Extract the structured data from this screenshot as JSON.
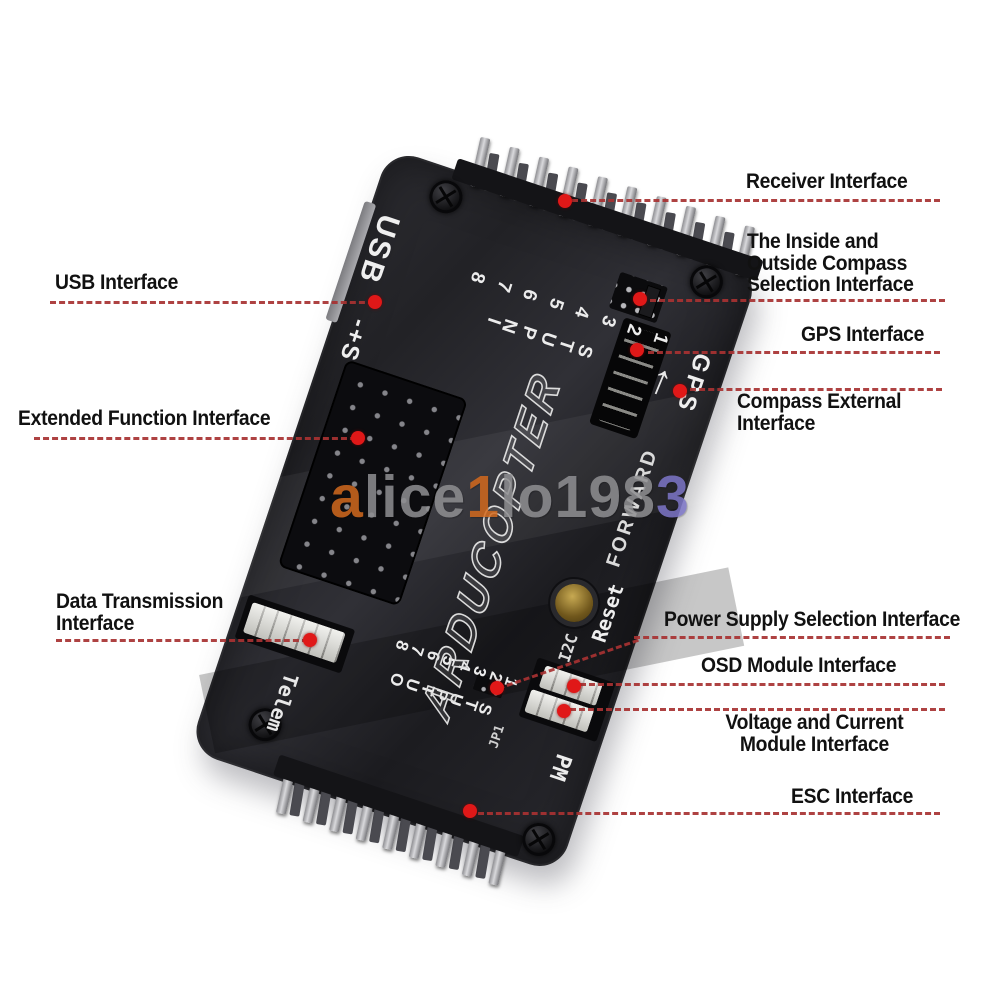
{
  "image_type": "annotated hardware interface diagram",
  "subject": "APM flight controller board",
  "watermark": {
    "segments": [
      {
        "text": "a",
        "color": "#d2691e"
      },
      {
        "text": "lice",
        "color": "#8f8f92"
      },
      {
        "text": "1",
        "color": "#d2691e"
      },
      {
        "text": "lo198",
        "color": "#8f8f92"
      },
      {
        "text": "3",
        "color": "#7d76c8"
      }
    ]
  },
  "board": {
    "silkscreen": {
      "usb": "USB",
      "power_pins": "-+S",
      "inputs_digits": "87654321",
      "inputs_label": "INPUTS",
      "outputs_digits": "87654321",
      "outputs_label": "OUTPUTS",
      "gps": "GPS",
      "forward": "FORWARD",
      "forward_arrow": "↑",
      "reset": "Reset",
      "i2c": "I2C",
      "jp1": "JP1",
      "telem": "Telem",
      "pm": "PM",
      "logo": "ARDUCOPTER"
    }
  },
  "annotations": {
    "receiver": {
      "label": "Receiver Interface"
    },
    "compass_selection": {
      "label": "The Inside and\nOutside Compass\nSelection Interface"
    },
    "gps": {
      "label": "GPS Interface"
    },
    "compass_external": {
      "label": "Compass External\nInterface"
    },
    "usb": {
      "label": "USB Interface"
    },
    "extended_function": {
      "label": "Extended Function Interface"
    },
    "data_transmission": {
      "label": "Data Transmission\nInterface"
    },
    "power_supply": {
      "label": "Power Supply Selection Interface"
    },
    "osd": {
      "label": "OSD Module Interface"
    },
    "voltage_current": {
      "label": "Voltage and Current\nModule Interface"
    },
    "esc": {
      "label": "ESC Interface"
    }
  },
  "colors": {
    "annotation_line": "#a83232",
    "marker_dot": "#e01818",
    "label_text": "#111111",
    "board_body": "#232327",
    "silkscreen_text": "#efefef",
    "watermark_gray": "#8f8f92",
    "watermark_orange": "#d2691e",
    "watermark_purple": "#7d76c8"
  }
}
